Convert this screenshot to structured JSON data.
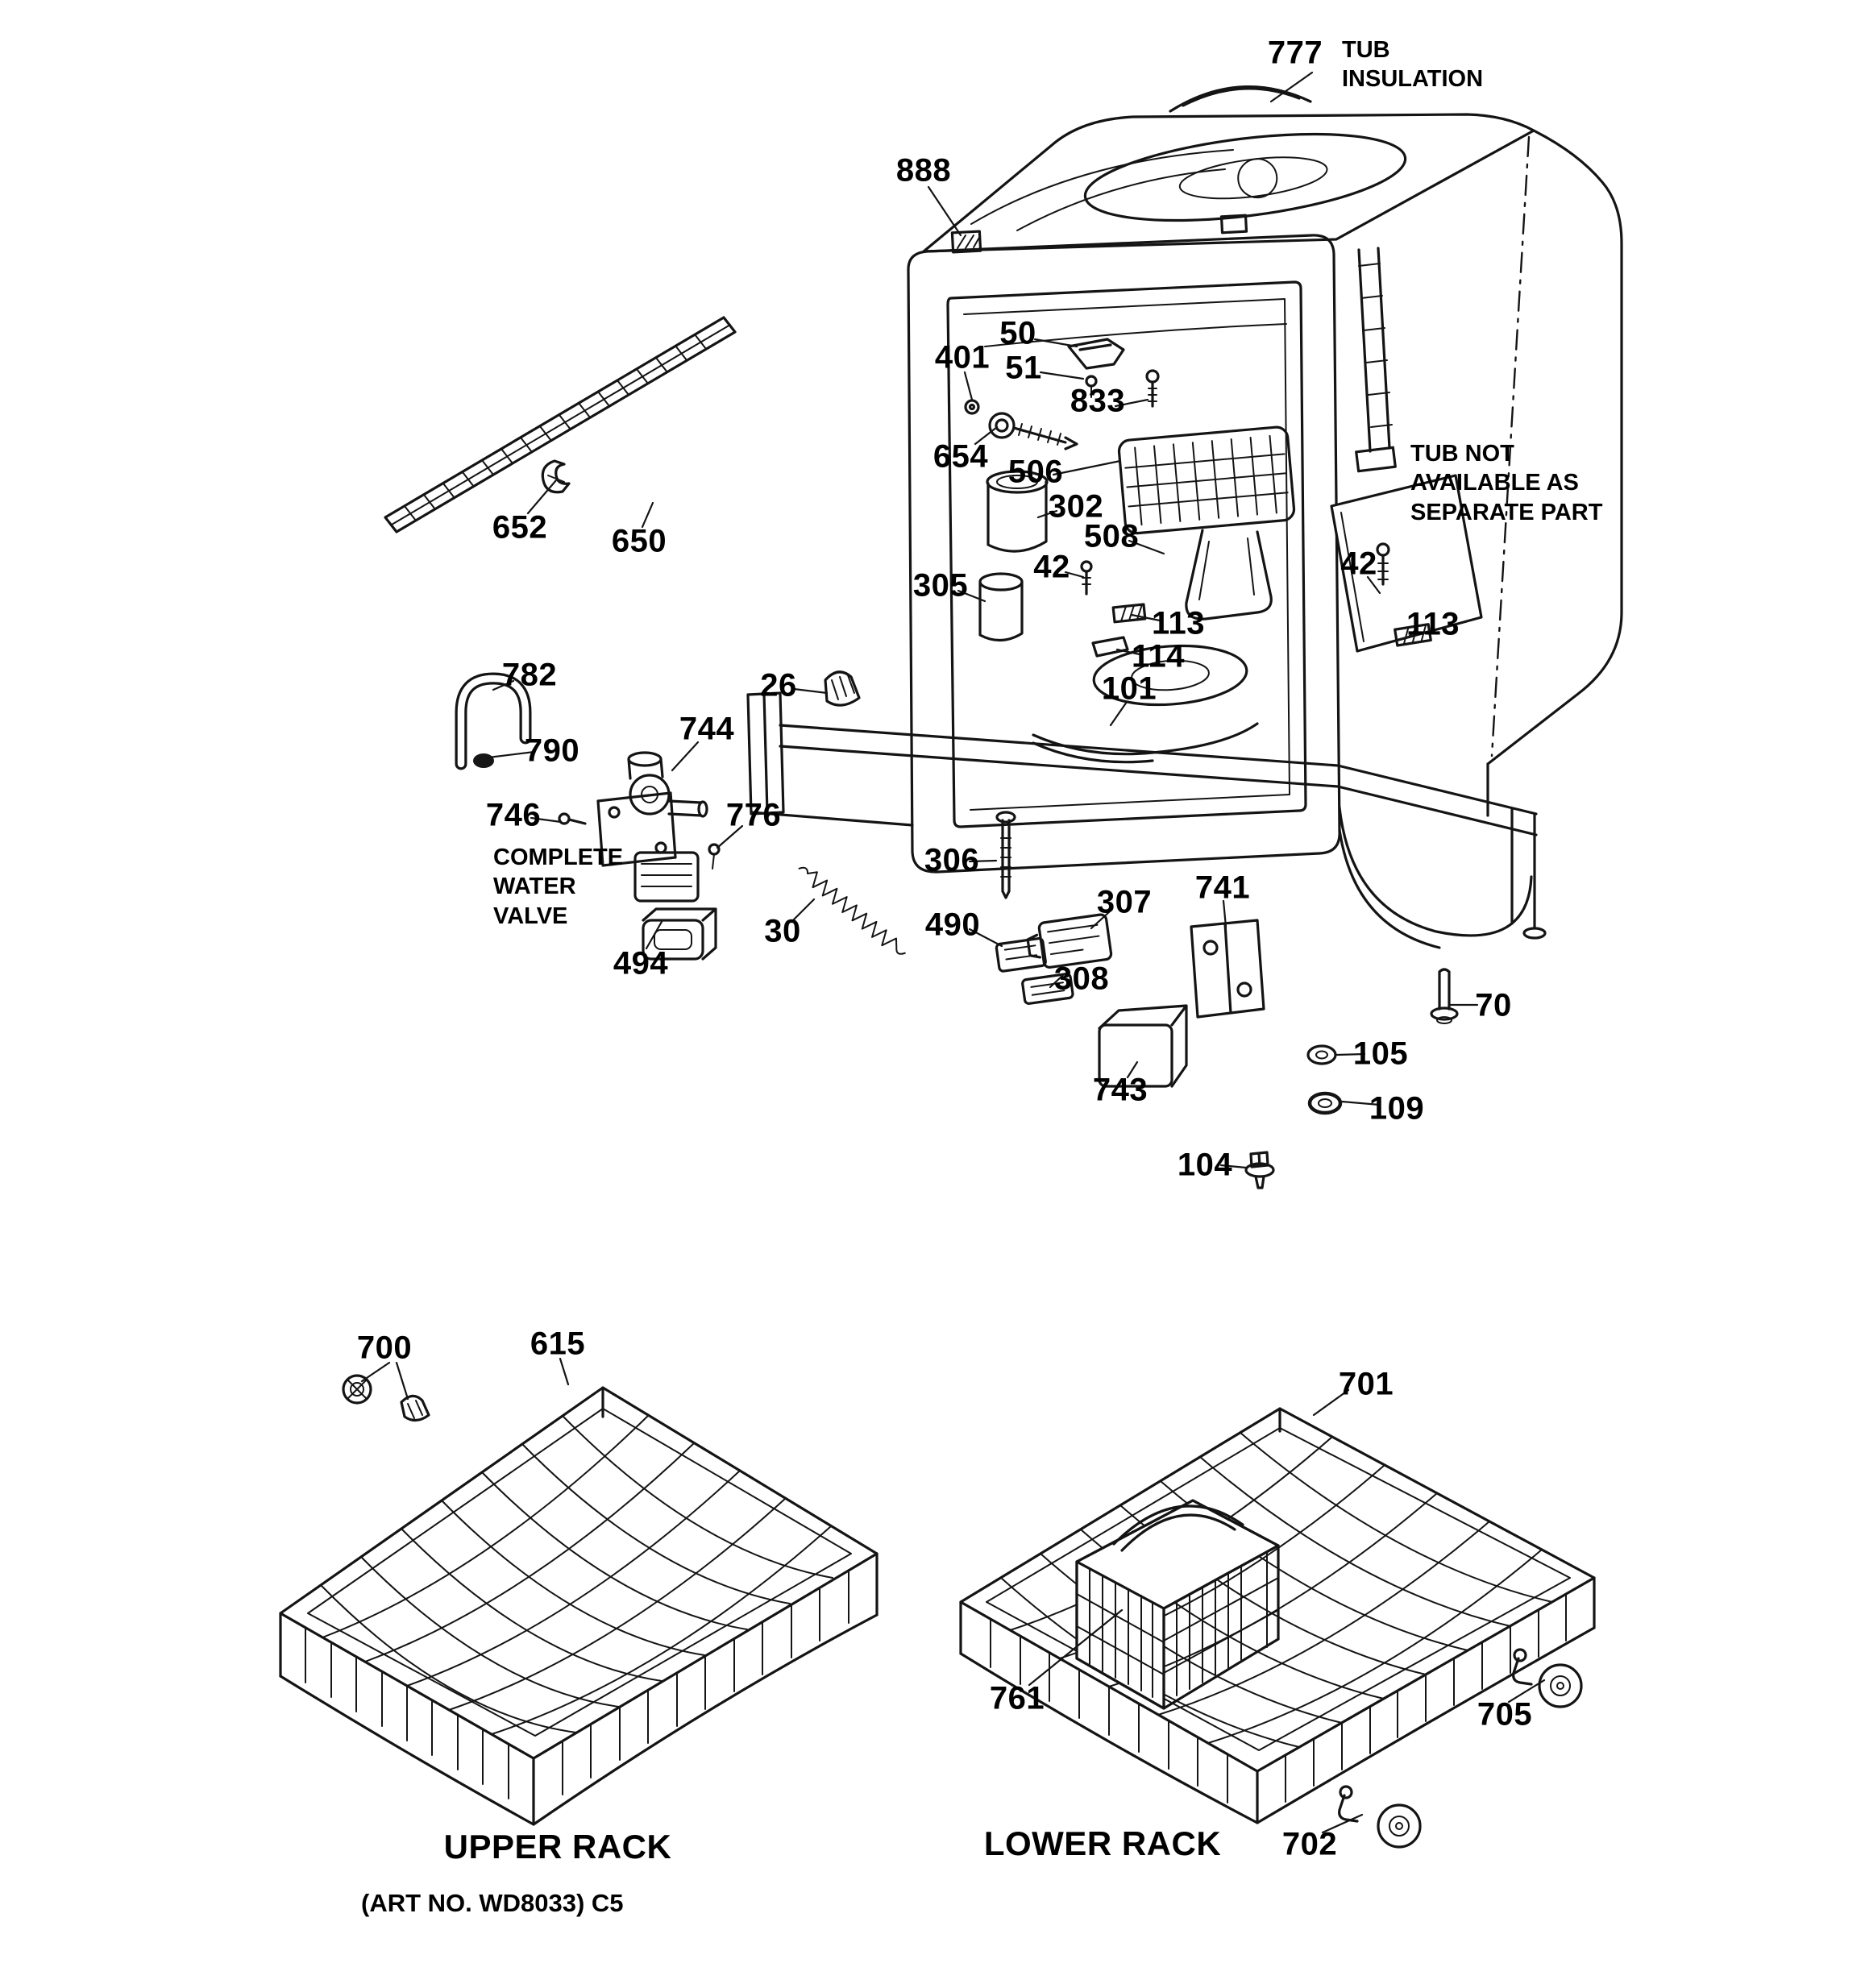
{
  "diagram": {
    "type": "exploded-parts-diagram",
    "footer_art_no": "(ART NO. WD8033) C5",
    "notes": {
      "tub_insulation": "TUB\nINSULATION",
      "tub_not_available": "TUB NOT\nAVAILABLE AS\nSEPARATE PART",
      "complete_water_valve": "COMPLETE\nWATER\nVALVE"
    },
    "section_labels": {
      "upper_rack": "UPPER RACK",
      "lower_rack": "LOWER RACK"
    },
    "callouts": {
      "c777": "777",
      "c888": "888",
      "c50": "50",
      "c51": "51",
      "c833": "833",
      "c401": "401",
      "c654": "654",
      "c506": "506",
      "c302": "302",
      "c508": "508",
      "c42_left": "42",
      "c305": "305",
      "c113_left": "113",
      "c114": "114",
      "c101": "101",
      "c26": "26",
      "c42_right": "42",
      "c113_right": "113",
      "c652": "652",
      "c650": "650",
      "c782": "782",
      "c790": "790",
      "c746": "746",
      "c744": "744",
      "c776": "776",
      "c494": "494",
      "c30": "30",
      "c490": "490",
      "c306": "306",
      "c307": "307",
      "c308": "308",
      "c741": "741",
      "c743": "743",
      "c70": "70",
      "c105": "105",
      "c109": "109",
      "c104": "104",
      "c700": "700",
      "c615": "615",
      "c701": "701",
      "c761": "761",
      "c705": "705",
      "c702": "702"
    }
  }
}
